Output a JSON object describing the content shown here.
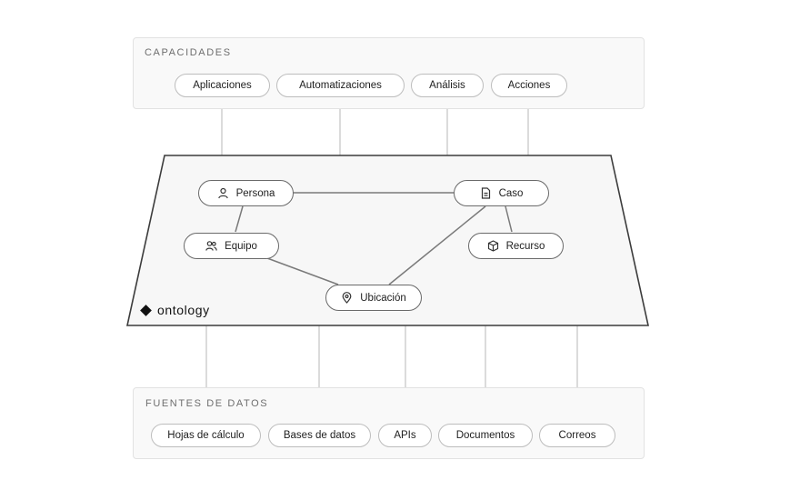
{
  "capabilities": {
    "title": "CAPACIDADES",
    "items": [
      "Aplicaciones",
      "Automatizaciones",
      "Análisis",
      "Acciones"
    ]
  },
  "ontology": {
    "label": "ontology",
    "nodes": [
      {
        "label": "Persona",
        "icon": "person-icon"
      },
      {
        "label": "Caso",
        "icon": "document-icon"
      },
      {
        "label": "Equipo",
        "icon": "users-icon"
      },
      {
        "label": "Recurso",
        "icon": "box-icon"
      },
      {
        "label": "Ubicación",
        "icon": "location-pin-icon"
      }
    ],
    "edges": [
      [
        "Persona",
        "Caso"
      ],
      [
        "Persona",
        "Equipo"
      ],
      [
        "Caso",
        "Recurso"
      ],
      [
        "Caso",
        "Ubicación"
      ],
      [
        "Equipo",
        "Ubicación"
      ]
    ]
  },
  "data_sources": {
    "title": "FUENTES DE DATOS",
    "items": [
      "Hojas de cálculo",
      "Bases de datos",
      "APIs",
      "Documentos",
      "Correos"
    ]
  },
  "colors": {
    "line": "#c8c8c8",
    "edge": "#7a7a7a",
    "plane_stroke": "#3a3a3a"
  }
}
